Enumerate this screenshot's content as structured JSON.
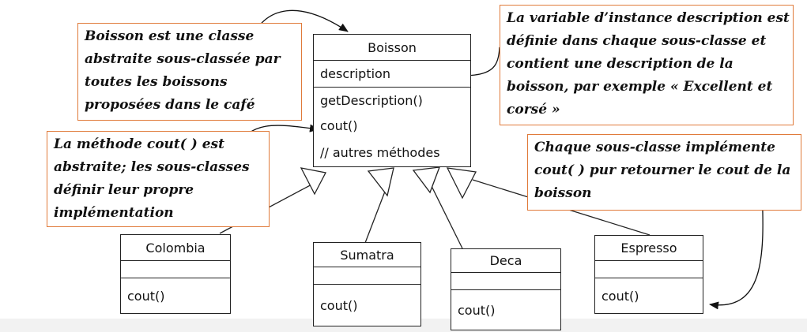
{
  "classes": {
    "boisson": {
      "name": "Boisson",
      "attribute": "description",
      "methods": [
        "getDescription()",
        "cout()",
        "// autres méthodes"
      ]
    },
    "colombia": {
      "name": "Colombia",
      "method": "cout()"
    },
    "sumatra": {
      "name": "Sumatra",
      "method": "cout()"
    },
    "deca": {
      "name": "Deca",
      "method": "cout()"
    },
    "espresso": {
      "name": "Espresso",
      "method": "cout()"
    }
  },
  "notes": {
    "abstract_class": [
      "Boisson est une classe",
      "abstraite sous-classée par",
      "toutes les boissons",
      "proposées dans le café"
    ],
    "instance_variable": [
      "La variable d’instance description est",
      "définie dans chaque sous-classe et",
      "contient une description de la",
      "boisson, par exemple « Excellent et",
      "corsé »"
    ],
    "abstract_method": [
      "La méthode cout( ) est",
      "abstraite; les sous-classes",
      "définir leur propre",
      "implémentation"
    ],
    "subclass_impl": [
      "Chaque sous-classe implémente",
      "cout( ) pur retourner le cout de la",
      "boisson"
    ]
  },
  "colors": {
    "note_border": "#e07a3a",
    "line": "#222222"
  }
}
